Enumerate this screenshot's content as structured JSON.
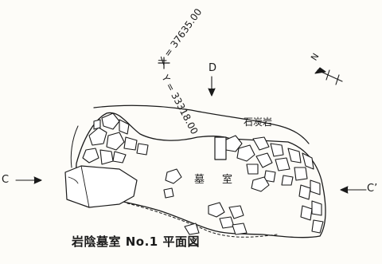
{
  "labels": {
    "coord_x": "X = 37635.00",
    "coord_y": "Y = 33318.00",
    "section_d": "D",
    "coal_rock": "石炭岩",
    "chamber": "墓室",
    "section_c": "C",
    "section_c_prime": "C’",
    "north": "N",
    "caption": "岩陰墓室 No.1 平面図"
  },
  "colors": {
    "ink": "#1a1a1a",
    "paper": "#fdfcf8"
  }
}
